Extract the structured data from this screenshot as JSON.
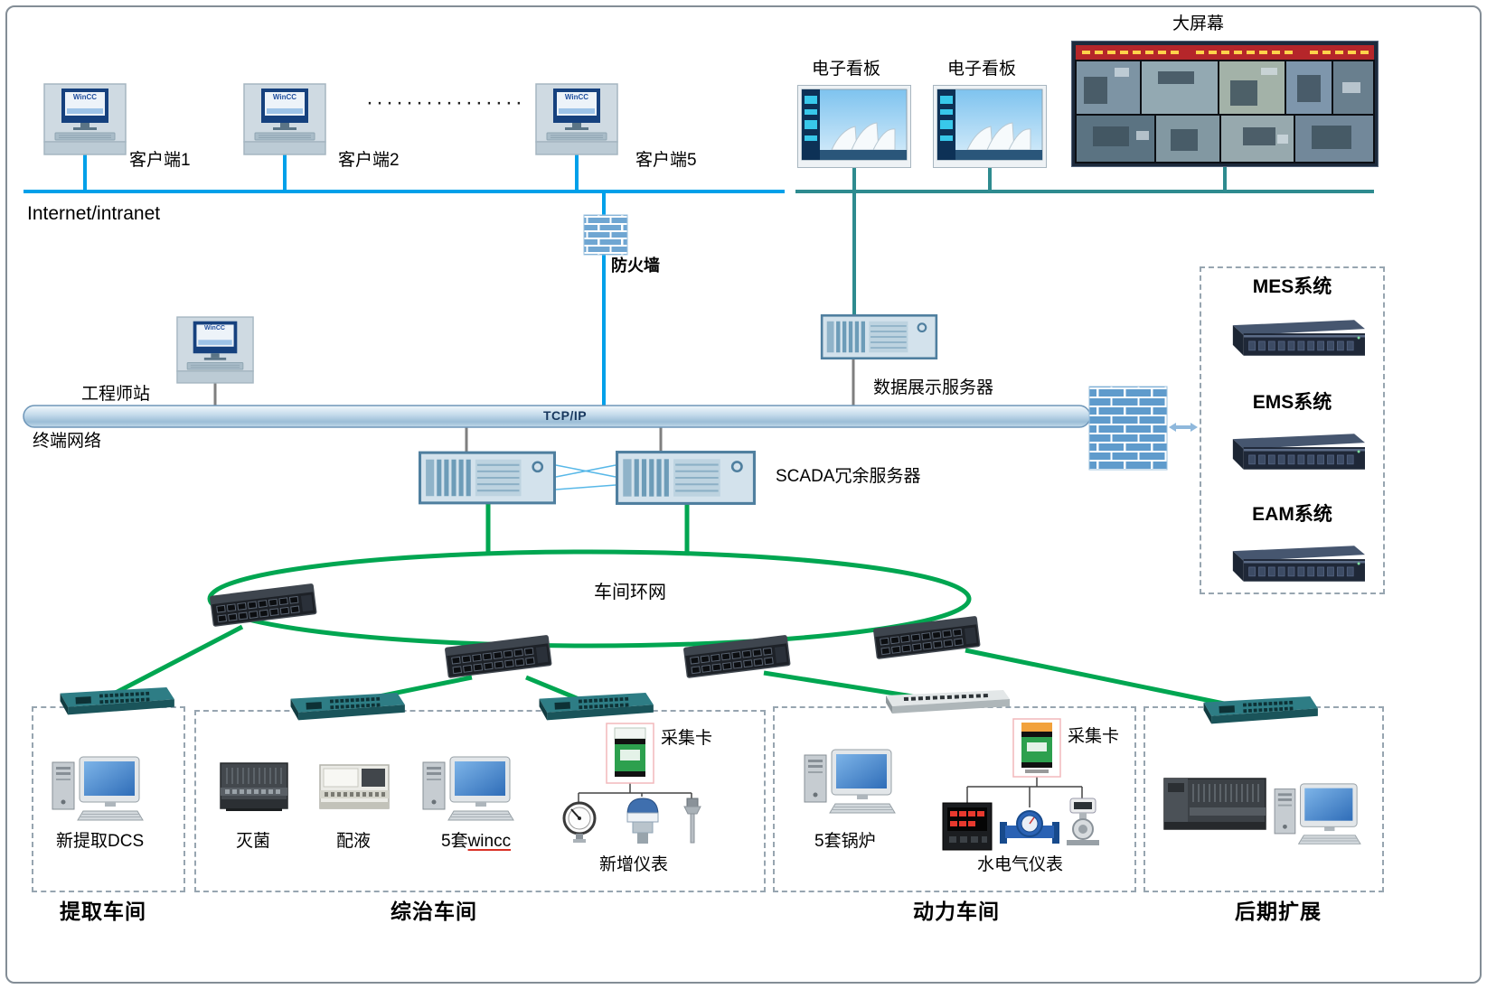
{
  "colors": {
    "client_line": "#00a0e9",
    "display_line": "#2e8b8f",
    "ring_line": "#00a651",
    "brick_blue": "#6fa6d2",
    "pipe_blue": "#b9d2e6"
  },
  "clients": {
    "c1": "客户端1",
    "c2": "客户端2",
    "c5": "客户端5",
    "dots": "················",
    "screen_brand": "WinCC"
  },
  "network": {
    "internet": "Internet/intranet",
    "firewall": "防火墙",
    "tcpip": "TCP/IP",
    "terminal": "终端网络",
    "ring": "车间环网"
  },
  "display": {
    "billboard1": "电子看板",
    "billboard2": "电子看板",
    "bigscreen": "大屏幕",
    "data_server": "数据展示服务器"
  },
  "servers": {
    "engineer": "工程师站",
    "scada": "SCADA冗余服务器",
    "mes": "MES系统",
    "ems": "EMS系统",
    "eam": "EAM系统"
  },
  "workshops": {
    "w1": {
      "title": "提取车间",
      "dcs": "新提取DCS"
    },
    "w2": {
      "title": "综治车间",
      "plc1": "灭菌",
      "plc2": "配液",
      "wincc_prefix": "5套",
      "wincc_word": "wincc",
      "card": "采集卡",
      "instruments": "新增仪表"
    },
    "w3": {
      "title": "动力车间",
      "boiler": "5套锅炉",
      "card": "采集卡",
      "instruments": "水电气仪表"
    },
    "w4": {
      "title": "后期扩展"
    }
  }
}
